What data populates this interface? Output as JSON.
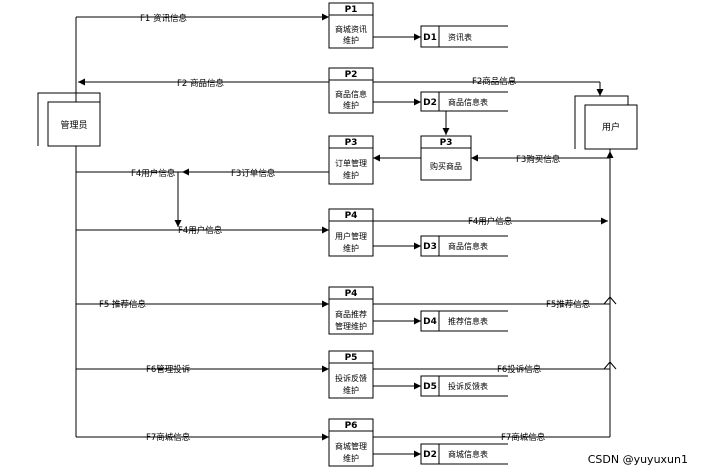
{
  "entities": {
    "admin": "管理员",
    "user": "用户"
  },
  "processes": [
    {
      "id": "P1",
      "lines": [
        "商城资讯",
        "维护"
      ]
    },
    {
      "id": "P2",
      "lines": [
        "商品信息",
        "维护"
      ]
    },
    {
      "id": "P3",
      "lines": [
        "订单管理",
        "维护"
      ]
    },
    {
      "id": "P3",
      "lines": [
        "购买商品"
      ]
    },
    {
      "id": "P4",
      "lines": [
        "用户管理",
        "维护"
      ]
    },
    {
      "id": "P4",
      "lines": [
        "商品推荐",
        "管理维护"
      ]
    },
    {
      "id": "P5",
      "lines": [
        "投诉反馈",
        "维护"
      ]
    },
    {
      "id": "P6",
      "lines": [
        "商城管理",
        "维护"
      ]
    }
  ],
  "stores": [
    {
      "id": "D1",
      "name": "资讯表"
    },
    {
      "id": "D2",
      "name": "商品信息表"
    },
    {
      "id": "D3",
      "name": "商品信息表"
    },
    {
      "id": "D4",
      "name": "推荐信息表"
    },
    {
      "id": "D5",
      "name": "投诉反馈表"
    },
    {
      "id": "D2",
      "name": "商城信息表"
    }
  ],
  "flows": {
    "f1_news": "F1  资讯信息",
    "f2_goods_left": "F2  商品信息",
    "f2_goods_right": "F2商品信息",
    "f3_buy": "F3购买信息",
    "f3_order": "F3订单信息",
    "f4_user_a": "F4用户信息",
    "f4_user_b": "F4用户信息",
    "f4_user_right": "F4用户信息",
    "f5_left": "F5  推荐信息",
    "f5_right": "F5推荐信息",
    "f6_left": "F6管理投诉",
    "f6_right": "F6投诉信息",
    "f7_left": "F7商城信息",
    "f7_right": "F7商城信息"
  },
  "watermark": "CSDN @yuyuxun1"
}
